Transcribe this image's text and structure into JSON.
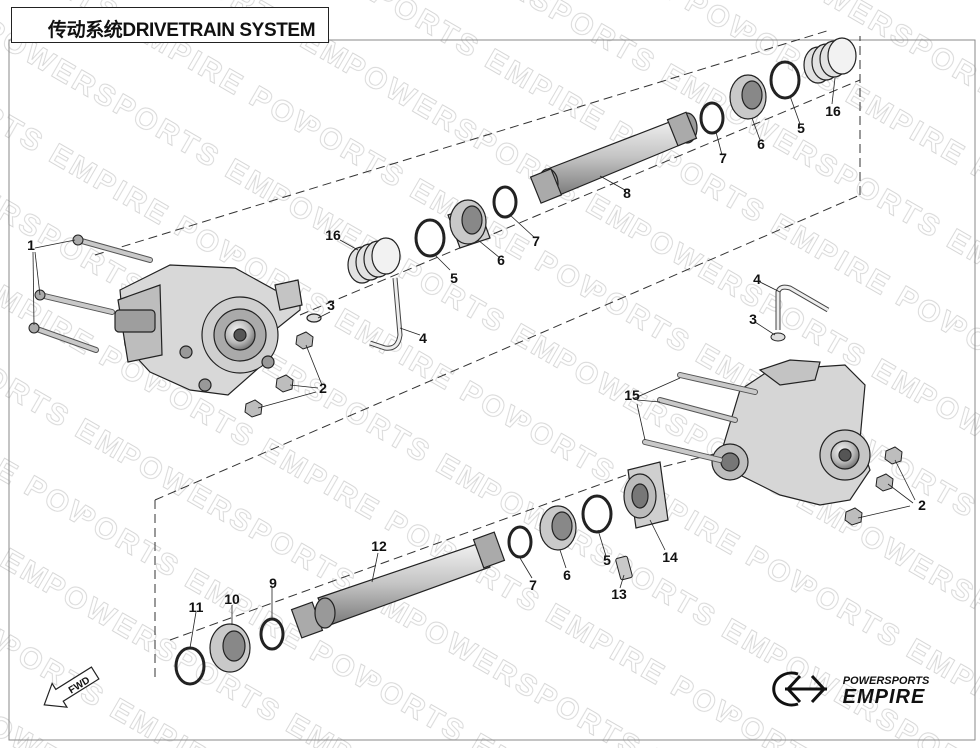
{
  "title": "传动系统DRIVETRAIN SYSTEM",
  "watermark": "POWERSPORTS EMPIRE",
  "fwd_label": "FWD",
  "brand": {
    "line1": "POWERSPORTS",
    "line2": "EMPIRE"
  },
  "callouts": [
    {
      "id": "c1",
      "label": "1"
    },
    {
      "id": "c2a",
      "label": "2"
    },
    {
      "id": "c3a",
      "label": "3"
    },
    {
      "id": "c4a",
      "label": "4"
    },
    {
      "id": "c16a",
      "label": "16"
    },
    {
      "id": "c5a",
      "label": "5"
    },
    {
      "id": "c6a",
      "label": "6"
    },
    {
      "id": "c7a",
      "label": "7"
    },
    {
      "id": "c8",
      "label": "8"
    },
    {
      "id": "c7b",
      "label": "7"
    },
    {
      "id": "c6b",
      "label": "6"
    },
    {
      "id": "c5b",
      "label": "5"
    },
    {
      "id": "c16b",
      "label": "16"
    },
    {
      "id": "c4b",
      "label": "4"
    },
    {
      "id": "c3b",
      "label": "3"
    },
    {
      "id": "c15",
      "label": "15"
    },
    {
      "id": "c2b",
      "label": "2"
    },
    {
      "id": "c14",
      "label": "14"
    },
    {
      "id": "c13",
      "label": "13"
    },
    {
      "id": "c5c",
      "label": "5"
    },
    {
      "id": "c6c",
      "label": "6"
    },
    {
      "id": "c7c",
      "label": "7"
    },
    {
      "id": "c12",
      "label": "12"
    },
    {
      "id": "c9",
      "label": "9"
    },
    {
      "id": "c10",
      "label": "10"
    },
    {
      "id": "c11",
      "label": "11"
    }
  ]
}
